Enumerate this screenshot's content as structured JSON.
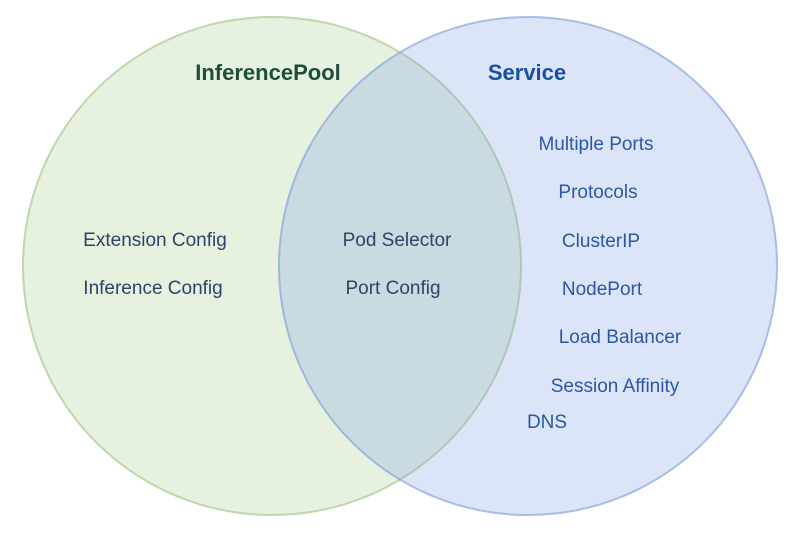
{
  "diagram": {
    "type": "venn",
    "left": {
      "title": "InferencePool",
      "items": [
        "Extension Config",
        "Inference Config"
      ]
    },
    "overlap": {
      "items": [
        "Pod Selector",
        "Port Config"
      ]
    },
    "right": {
      "title": "Service",
      "items": [
        "Multiple Ports",
        "Protocols",
        "ClusterIP",
        "NodePort",
        "Load Balancer",
        "Session Affinity",
        "DNS"
      ]
    },
    "colors": {
      "left_circle_fill": "#e4efdb",
      "left_circle_stroke": "#b5d1a0",
      "right_circle_fill": "#dbe4f6",
      "right_circle_stroke": "#aac0e8",
      "left_title_text": "#1e4e3a",
      "right_title_text": "#1a4fa0",
      "left_item_text": "#2e4369",
      "right_item_text": "#2b57a7"
    }
  }
}
